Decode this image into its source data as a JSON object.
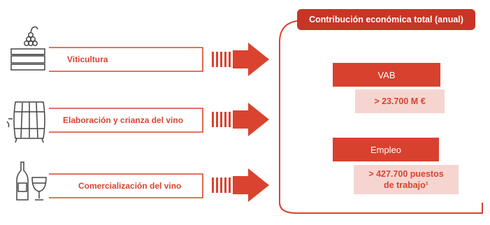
{
  "header": {
    "title": "Contribución económica total (anual)"
  },
  "stages": [
    {
      "label": "Viticultura",
      "icon": "grape-crate-icon"
    },
    {
      "label": "Elaboración y crianza del vino",
      "icon": "barrel-icon"
    },
    {
      "label": "Comercialización del vino",
      "icon": "wine-bottle-glass-icon"
    }
  ],
  "metrics": [
    {
      "title": "VAB",
      "value": "> 23.700 M €"
    },
    {
      "title": "Empleo",
      "value_line1": "> 427.700 puestos",
      "value_line2": "de trabajo¹"
    }
  ],
  "colors": {
    "accent": "#d8412e",
    "accent_dark": "#c73526",
    "value_bg": "#f6d5d0"
  }
}
